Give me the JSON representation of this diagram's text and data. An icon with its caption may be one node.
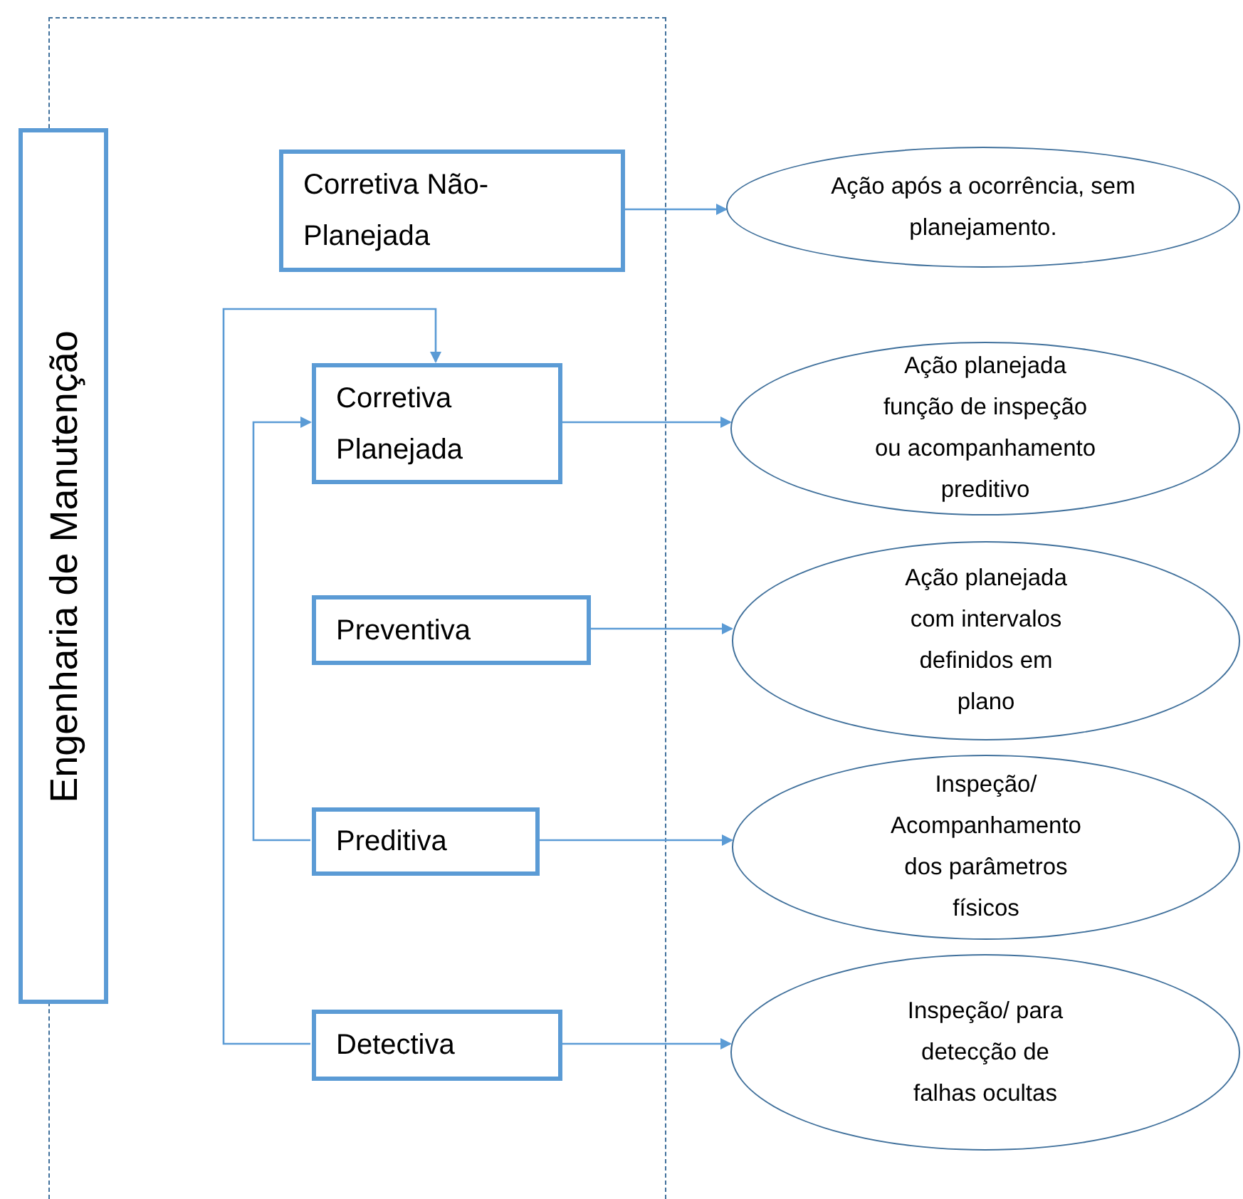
{
  "diagram": {
    "nodes": [
      {
        "text": [],
        "shape": "box"
      },
      {
        "text": [
          "Engenharia de Manutenção"
        ]
      },
      {
        "text": [
          "Corretiva Não-Planejada"
        ],
        "in": 0
      },
      {
        "text": [
          "Corretiva Planejada"
        ],
        "in": 0
      },
      {
        "text": [
          "Preventiva"
        ],
        "in": 0
      },
      {
        "text": [
          "Preditiva"
        ],
        "in": 0
      },
      {
        "text": [
          "Detectiva"
        ],
        "in": 0
      },
      {
        "text": [
          "Ação após a ocorrência, sem planejamento."
        ]
      },
      {
        "text": [
          "Ação planejada função de inspeção ou acompanhamento preditivo"
        ]
      },
      {
        "text": [
          "Ação planejada com intervalos definidos em plano"
        ]
      },
      {
        "text": [
          "Inspeção/ Acompanhamento dos parâmetros físicos"
        ]
      },
      {
        "text": [
          "Inspeção/ para detecção de falhas ocultas"
        ]
      }
    ],
    "edges": [
      {
        "from": 2,
        "to": 7,
        "arrow": "to"
      },
      {
        "from": 3,
        "to": 8,
        "arrow": "to"
      },
      {
        "from": 4,
        "to": 9,
        "arrow": "to"
      },
      {
        "from": 5,
        "to": 10,
        "arrow": "to"
      },
      {
        "from": 6,
        "to": 11,
        "arrow": "to"
      },
      {
        "from": 5,
        "to": 3,
        "arrow": "to"
      },
      {
        "from": 6,
        "to": 3,
        "arrow": "to"
      }
    ]
  }
}
